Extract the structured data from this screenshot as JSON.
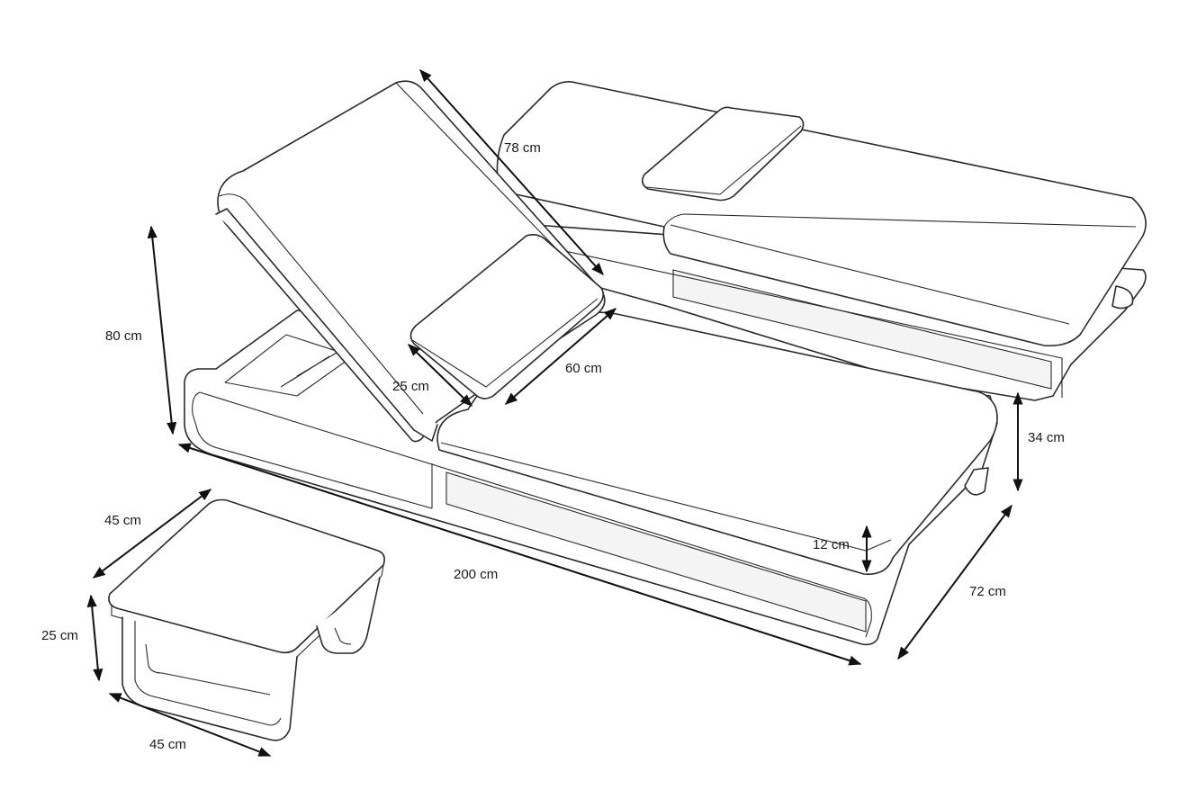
{
  "dimensions": {
    "backrest_length": "78 cm",
    "total_height": "80 cm",
    "pillow_width": "60 cm",
    "pillow_depth": "25 cm",
    "seat_height": "34 cm",
    "cushion_thickness": "12 cm",
    "lounger_length": "200 cm",
    "lounger_width": "72 cm",
    "table_depth": "45 cm",
    "table_height": "25 cm",
    "table_width": "45 cm"
  },
  "colors": {
    "line": "#2a2a2a",
    "dimension": "#111111",
    "background": "#ffffff"
  }
}
